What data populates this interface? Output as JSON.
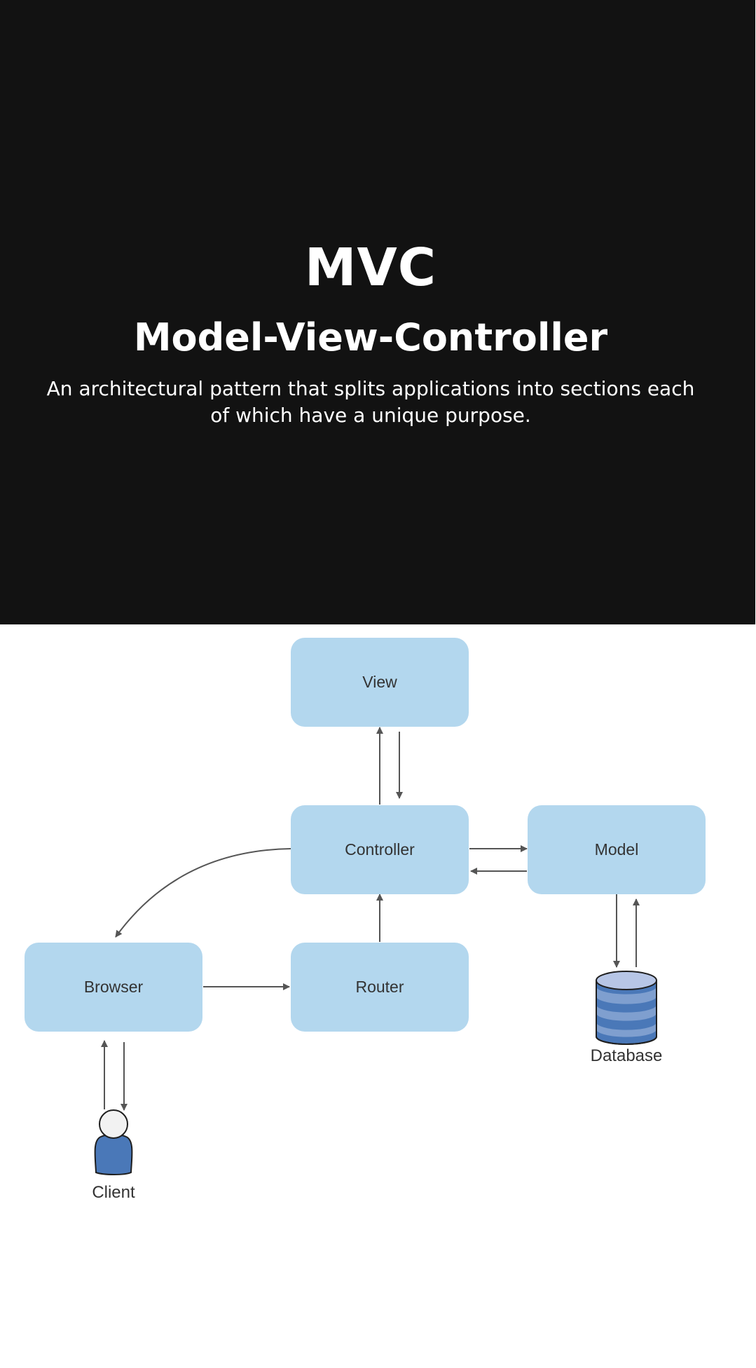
{
  "hero": {
    "title": "MVC",
    "subtitle": "Model-View-Controller",
    "description": "An architectural pattern that splits applications into sections each of which have a unique purpose."
  },
  "diagram": {
    "nodes": {
      "view": "View",
      "controller": "Controller",
      "model": "Model",
      "browser": "Browser",
      "router": "Router"
    },
    "actors": {
      "database": "Database",
      "client": "Client"
    },
    "colors": {
      "hero_background": "#121212",
      "node_fill": "#b3d7ee",
      "arrow": "#555555",
      "actor_blue": "#4a78b8"
    }
  }
}
